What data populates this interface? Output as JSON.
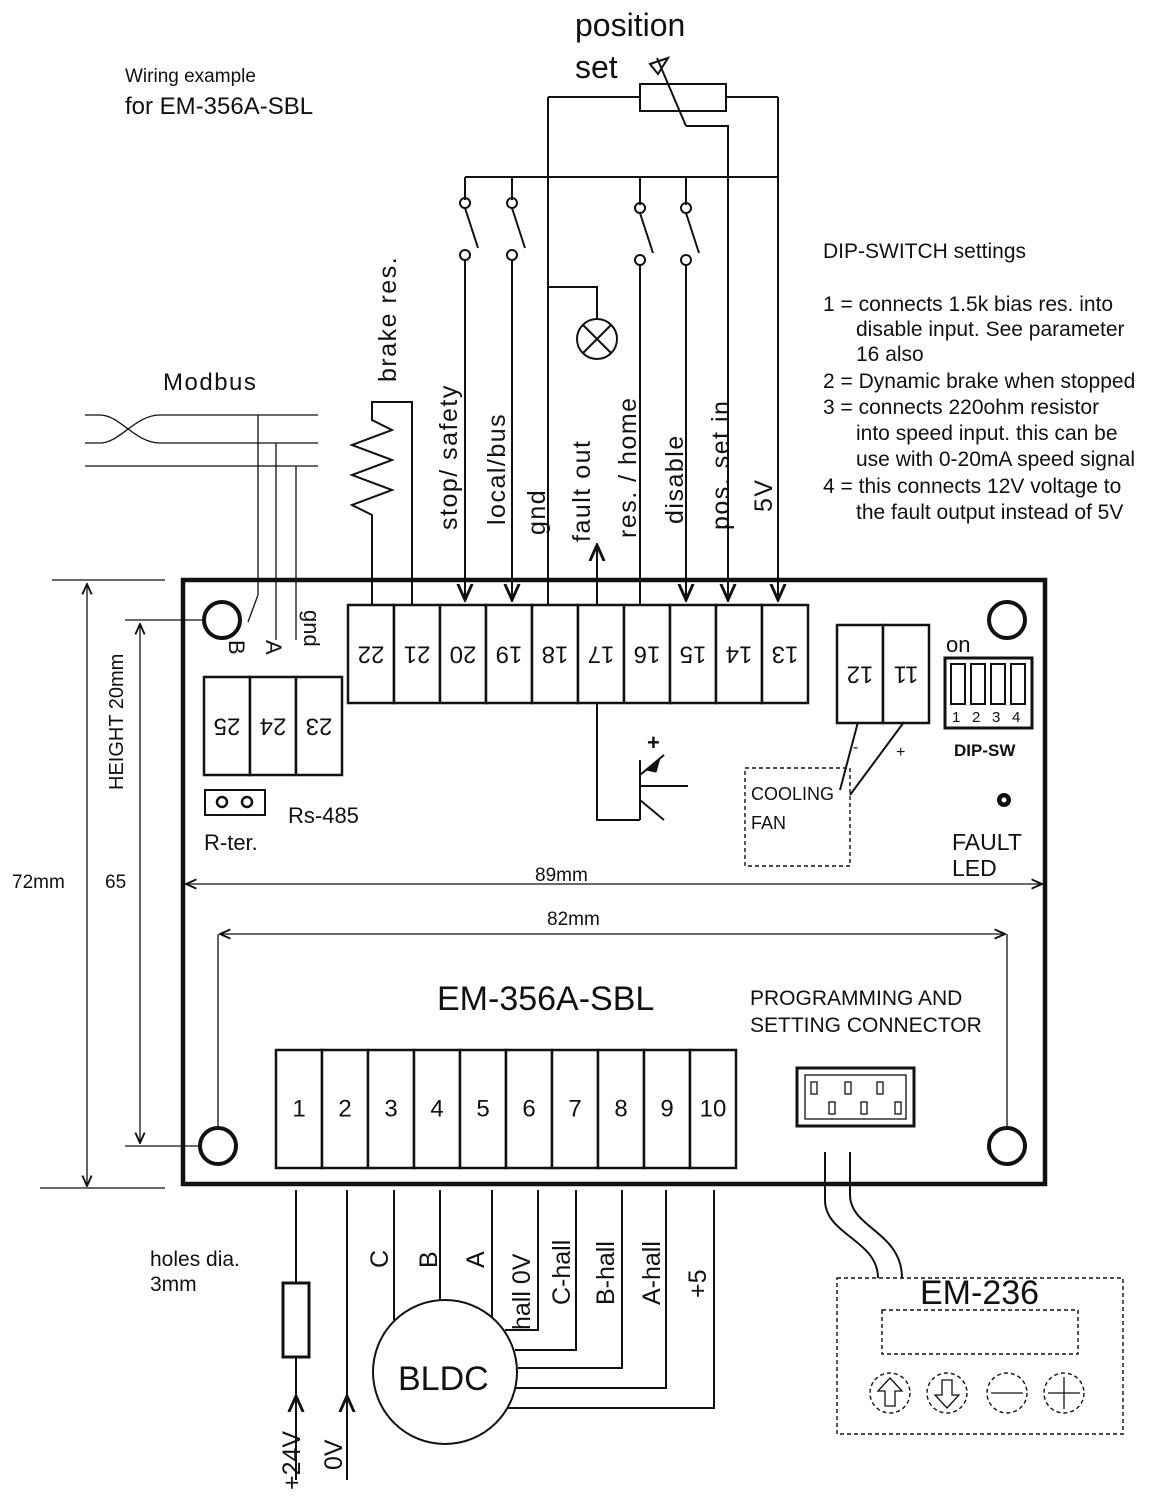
{
  "title": {
    "line1": "Wiring example",
    "line2": "for EM-356A-SBL"
  },
  "potentiometer": {
    "line1": "position",
    "line2": "set"
  },
  "top_wire_labels": [
    "brake res.",
    "stop/ safety",
    "local/bus",
    "gnd",
    "fault out",
    "res. / home",
    "disable",
    "pos. set  in",
    "5V"
  ],
  "modbus_label": "Modbus",
  "bus_labels": {
    "b": "B",
    "a": "A",
    "gnd": "gnd"
  },
  "top_terminals": [
    "22",
    "21",
    "20",
    "19",
    "18",
    "17",
    "16",
    "15",
    "14",
    "13"
  ],
  "fan_terminals": [
    "12",
    "11"
  ],
  "rs485_terminals": [
    "25",
    "24",
    "23"
  ],
  "rs485_label": "Rs-485",
  "r_ter_label": "R-ter.",
  "fan": {
    "line1": "COOLING",
    "line2": "FAN",
    "minus": "-",
    "plus": "+"
  },
  "dip": {
    "on_label": "on",
    "numbers": [
      "1",
      "2",
      "3",
      "4"
    ],
    "label": "DIP-SW",
    "settings_title": "DIP-SWITCH settings",
    "settings_lines": [
      "1 = connects 1.5k bias res. into",
      "disable input. See parameter",
      "16 also",
      "2 = Dynamic brake when stopped",
      "3 = connects 220ohm resistor",
      "into speed input. this can be",
      "use with 0-20mA speed signal",
      "4 = this connects 12V voltage to",
      "the fault output instead of  5V"
    ]
  },
  "fault_led": {
    "line1": "FAULT",
    "line2": "LED"
  },
  "transistor_plus": "+",
  "dimensions": {
    "width_outer": "89mm",
    "width_holes": "82mm",
    "height_outer": "72mm",
    "height_holes": "65",
    "height_depth": "HEIGHT 20mm"
  },
  "model_label": "EM-356A-SBL",
  "prog_connector": {
    "line1": "PROGRAMMING AND",
    "line2": "SETTING CONNECTOR"
  },
  "bottom_terminals": [
    "1",
    "2",
    "3",
    "4",
    "5",
    "6",
    "7",
    "8",
    "9",
    "10"
  ],
  "holes_label": {
    "line1": "holes dia.",
    "line2": "3mm"
  },
  "bottom_wire_labels": [
    "C",
    "B",
    "A",
    "hall 0V",
    "C-hall",
    "B-hall",
    "A-hall",
    "+5"
  ],
  "supply_labels": {
    "plus": "+24V",
    "zero": "0V"
  },
  "motor_label": "BLDC",
  "panel_label": "EM-236"
}
